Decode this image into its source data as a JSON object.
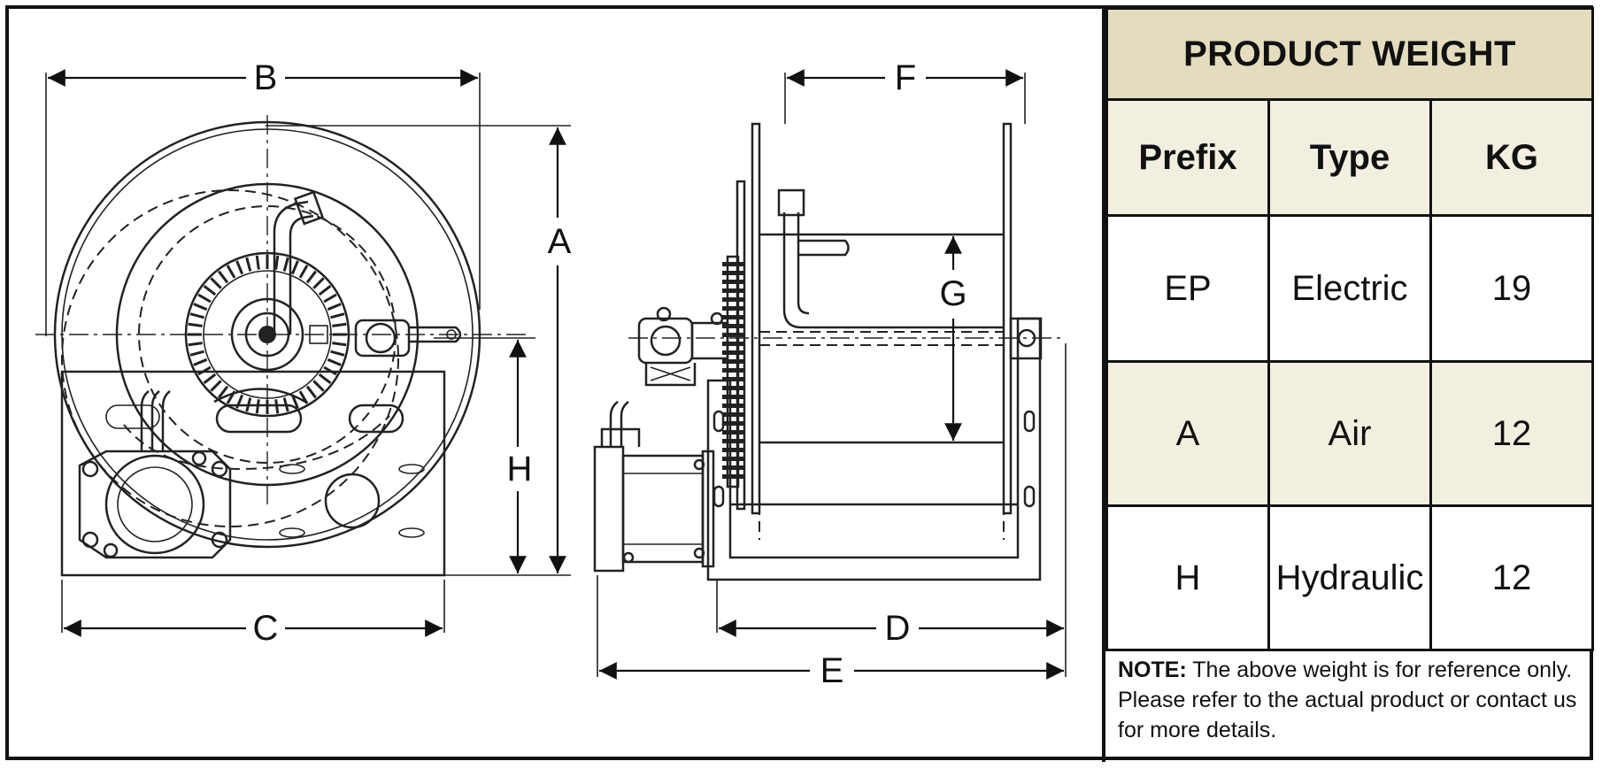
{
  "diagram": {
    "dimension_labels": {
      "A": "A",
      "B": "B",
      "C": "C",
      "D": "D",
      "E": "E",
      "F": "F",
      "G": "G",
      "H": "H"
    }
  },
  "weight_table": {
    "title": "PRODUCT WEIGHT",
    "headers": [
      "Prefix",
      "Type",
      "KG"
    ],
    "rows": [
      {
        "prefix": "EP",
        "type": "Electric",
        "kg": "19"
      },
      {
        "prefix": "A",
        "type": "Air",
        "kg": "12"
      },
      {
        "prefix": "H",
        "type": "Hydraulic",
        "kg": "12"
      }
    ],
    "note_label": "NOTE:",
    "note_text": "The above weight is for reference only. Please refer to the actual product or contact us for more details."
  },
  "colors": {
    "header_tan": "#e4dcbf",
    "row_cream": "#f3efe0",
    "line": "#111111"
  }
}
